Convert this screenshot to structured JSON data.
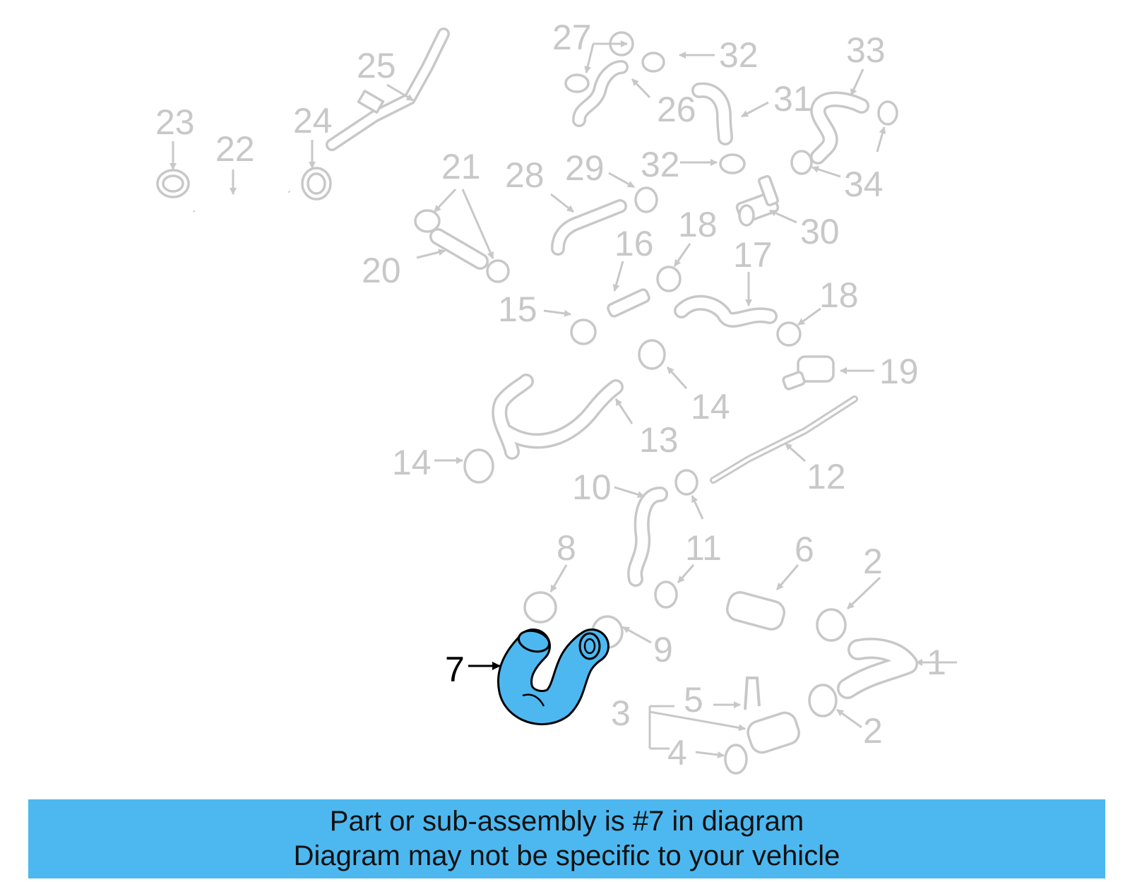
{
  "diagram": {
    "highlight_color": "#4db8f0",
    "callouts": [
      {
        "id": "1",
        "text": "1"
      },
      {
        "id": "2a",
        "text": "2"
      },
      {
        "id": "2b",
        "text": "2"
      },
      {
        "id": "3",
        "text": "3"
      },
      {
        "id": "4",
        "text": "4"
      },
      {
        "id": "5",
        "text": "5"
      },
      {
        "id": "6",
        "text": "6"
      },
      {
        "id": "7",
        "text": "7"
      },
      {
        "id": "8",
        "text": "8"
      },
      {
        "id": "9",
        "text": "9"
      },
      {
        "id": "10",
        "text": "10"
      },
      {
        "id": "11a",
        "text": "11"
      },
      {
        "id": "11b",
        "text": "11"
      },
      {
        "id": "12",
        "text": "12"
      },
      {
        "id": "13",
        "text": "13"
      },
      {
        "id": "14a",
        "text": "14"
      },
      {
        "id": "14b",
        "text": "14"
      },
      {
        "id": "15",
        "text": "15"
      },
      {
        "id": "16",
        "text": "16"
      },
      {
        "id": "17",
        "text": "17"
      },
      {
        "id": "18a",
        "text": "18"
      },
      {
        "id": "18b",
        "text": "18"
      },
      {
        "id": "19",
        "text": "19"
      },
      {
        "id": "20",
        "text": "20"
      },
      {
        "id": "21",
        "text": "21"
      },
      {
        "id": "22",
        "text": "22"
      },
      {
        "id": "23",
        "text": "23"
      },
      {
        "id": "24",
        "text": "24"
      },
      {
        "id": "25",
        "text": "25"
      },
      {
        "id": "26",
        "text": "26"
      },
      {
        "id": "27",
        "text": "27"
      },
      {
        "id": "28",
        "text": "28"
      },
      {
        "id": "29",
        "text": "29"
      },
      {
        "id": "30",
        "text": "30"
      },
      {
        "id": "31",
        "text": "31"
      },
      {
        "id": "32a",
        "text": "32"
      },
      {
        "id": "32b",
        "text": "32"
      },
      {
        "id": "33",
        "text": "33"
      },
      {
        "id": "34",
        "text": "34"
      }
    ]
  },
  "banner": {
    "line1": "Part or sub-assembly is #7 in diagram",
    "line2": "Diagram may not be specific to your vehicle",
    "background": "#4db8f0"
  }
}
